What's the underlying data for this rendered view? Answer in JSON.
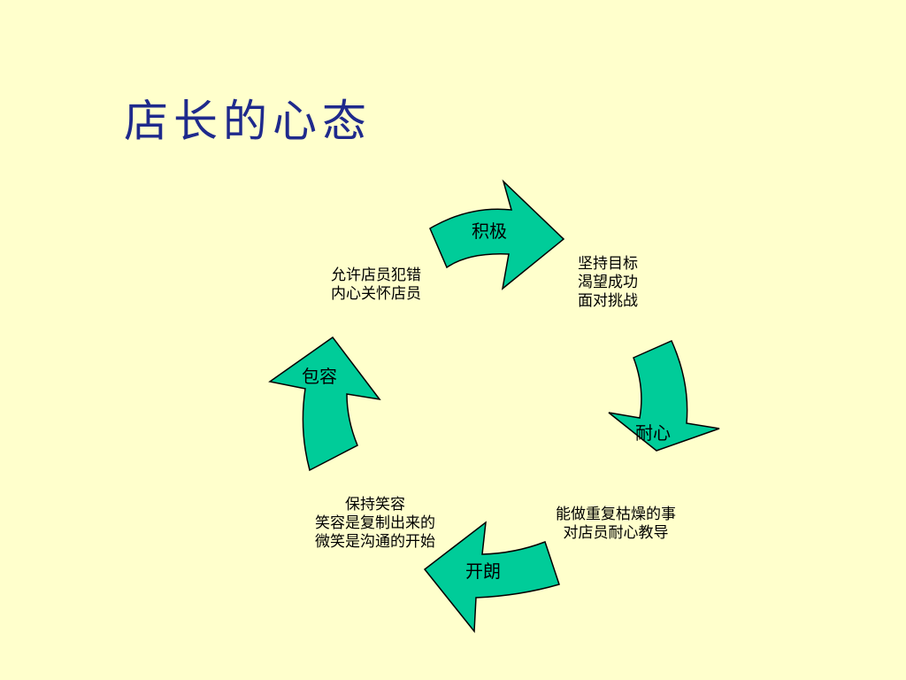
{
  "slide": {
    "title": "店长的心态",
    "title_color": "#1F2A8C",
    "background_color": "#FFFFCC",
    "arrow_fill_color": "#00CC99"
  },
  "arrows": {
    "top": "积极",
    "right": "耐心",
    "bottom": "开朗",
    "left": "包容"
  },
  "notes": {
    "positive": [
      "坚持目标",
      "渴望成功",
      "面对挑战"
    ],
    "patience": [
      "能做重复枯燥的事",
      "对店员耐心教导"
    ],
    "cheerful": [
      "保持笑容",
      "笑容是复制出来的",
      "微笑是沟通的开始"
    ],
    "tolerance": [
      "允许店员犯错",
      "内心关怀店员"
    ]
  }
}
